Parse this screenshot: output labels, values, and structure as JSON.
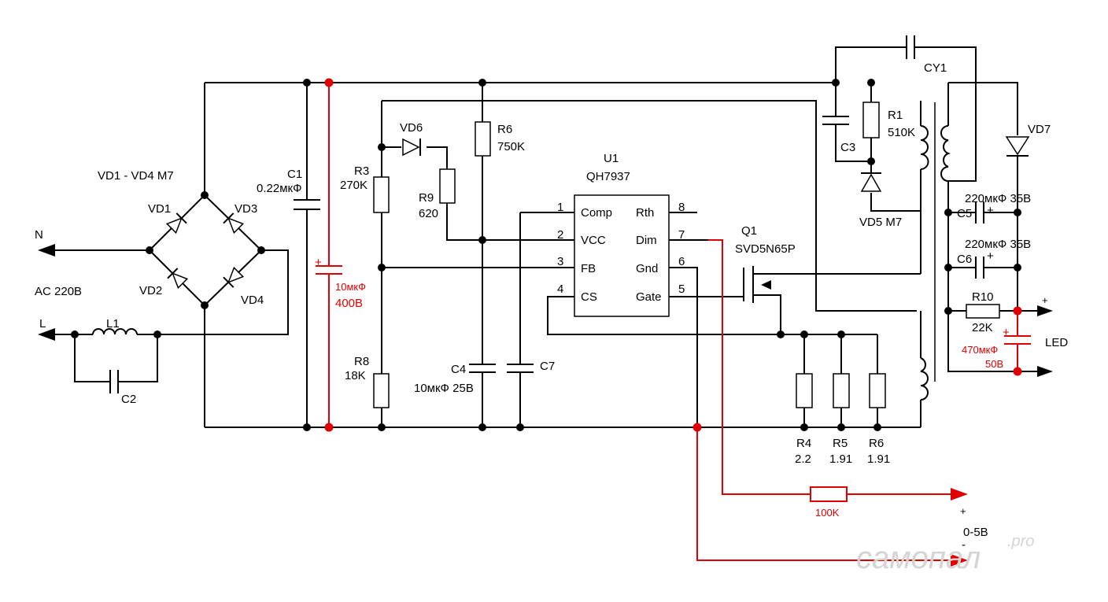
{
  "labels": {
    "n": "N",
    "l": "L",
    "ac": "AC 220B",
    "bridge": "VD1 - VD4 M7",
    "vd1": "VD1",
    "vd2": "VD2",
    "vd3": "VD3",
    "vd4": "VD4",
    "l1": "L1",
    "c2": "C2",
    "c1": "C1",
    "c1_val": "0.22мкФ",
    "cbulk_val": "10мкФ",
    "cbulk_v": "400B",
    "r3": "R3",
    "r3_val": "270K",
    "r8": "R8",
    "r8_val": "18K",
    "vd6": "VD6",
    "r9": "R9",
    "r9_val": "620",
    "r6a": "R6",
    "r6a_val": "750K",
    "c4": "C4",
    "c4_val": "10мкФ 25B",
    "c7": "C7",
    "u1": "U1",
    "u1_part": "QH7937",
    "p1": "1",
    "p2": "2",
    "p3": "3",
    "p4": "4",
    "p5": "5",
    "p6": "6",
    "p7": "7",
    "p8": "8",
    "comp": "Comp",
    "vcc": "VCC",
    "fb": "FB",
    "cs": "CS",
    "rth": "Rth",
    "dim": "Dim",
    "gnd": "Gnd",
    "gate": "Gate",
    "q1": "Q1",
    "q1_part": "SVD5N65P",
    "cy1": "CY1",
    "c3": "C3",
    "r1": "R1",
    "r1_val": "510K",
    "vd5": "VD5 M7",
    "vd7": "VD7",
    "c5": "C5",
    "c5_val": "220мкФ 35B",
    "c6": "C6",
    "c6_val": "220мкФ 35B",
    "r10": "R10",
    "r10_val": "22K",
    "c_led_val": "470мкФ",
    "c_led_v": "50B",
    "led": "LED",
    "r4": "R4",
    "r4_val": "2.2",
    "r5": "R5",
    "r5_val": "1.91",
    "r6b": "R6",
    "r6b_val": "1.91",
    "r_dim_val": "100K",
    "dim_range": "0-5B",
    "plus": "+",
    "minus": "-",
    "watermark": "самопал",
    "watermark_suffix": ".pro"
  },
  "colors": {
    "wire": "#000000",
    "modification": "#e00000",
    "watermark": "#d4d4d4"
  }
}
